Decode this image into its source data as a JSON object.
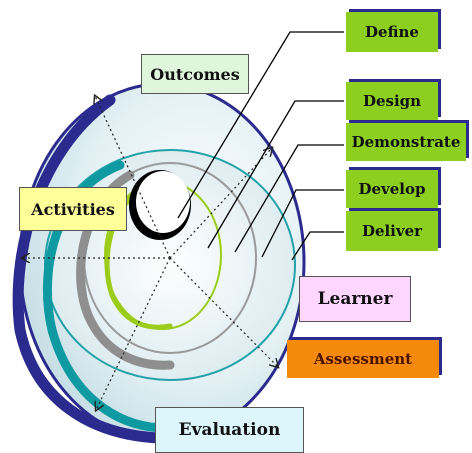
{
  "labels": {
    "outcomes": "Outcomes",
    "activities": "Activities",
    "learner": "Learner",
    "assessment": "Assessment",
    "evaluation": "Evaluation"
  },
  "steps": {
    "define": "Define",
    "design": "Design",
    "demonstrate": "Demonstrate",
    "develop": "Develop",
    "deliver": "Deliver"
  },
  "colors": {
    "outer_ring": "#2b2b8f",
    "teal_ring": "#0e9aa0",
    "gray_ring": "#8f8f8f",
    "green_ring": "#9ccc1a",
    "step_box": "#8ccf1e",
    "assessment_box": "#f58a0a"
  }
}
